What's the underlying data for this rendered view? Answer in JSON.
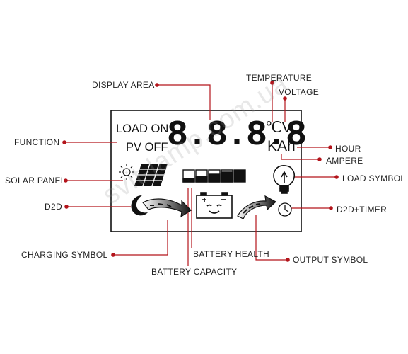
{
  "labels": {
    "display_area": "DISPLAY AREA",
    "temperature": "TEMPERATURE",
    "voltage": "VOLTAGE",
    "function": "FUNCTION",
    "hour": "HOUR",
    "ampere": "AMPERE",
    "solar_panel": "SOLAR PANEL",
    "load_symbol": "LOAD SYMBOL",
    "d2d": "D2D",
    "d2d_timer": "D2D+TIMER",
    "charging_symbol": "CHARGING SYMBOL",
    "battery_health": "BATTERY HEALTH",
    "output_symbol": "OUTPUT SYMBOL",
    "battery_capacity": "BATTERY CAPACITY"
  },
  "lcd": {
    "load_on": "LOAD ON",
    "pv_off": "PV OFF",
    "digits": "8.8.8.8",
    "unit_top": "℃V",
    "unit_bottom": "KAh"
  },
  "watermark": "svit-lamp.com.ua",
  "colors": {
    "leader": "#b3141b",
    "lcd_ink": "#111111",
    "label": "#222222"
  }
}
